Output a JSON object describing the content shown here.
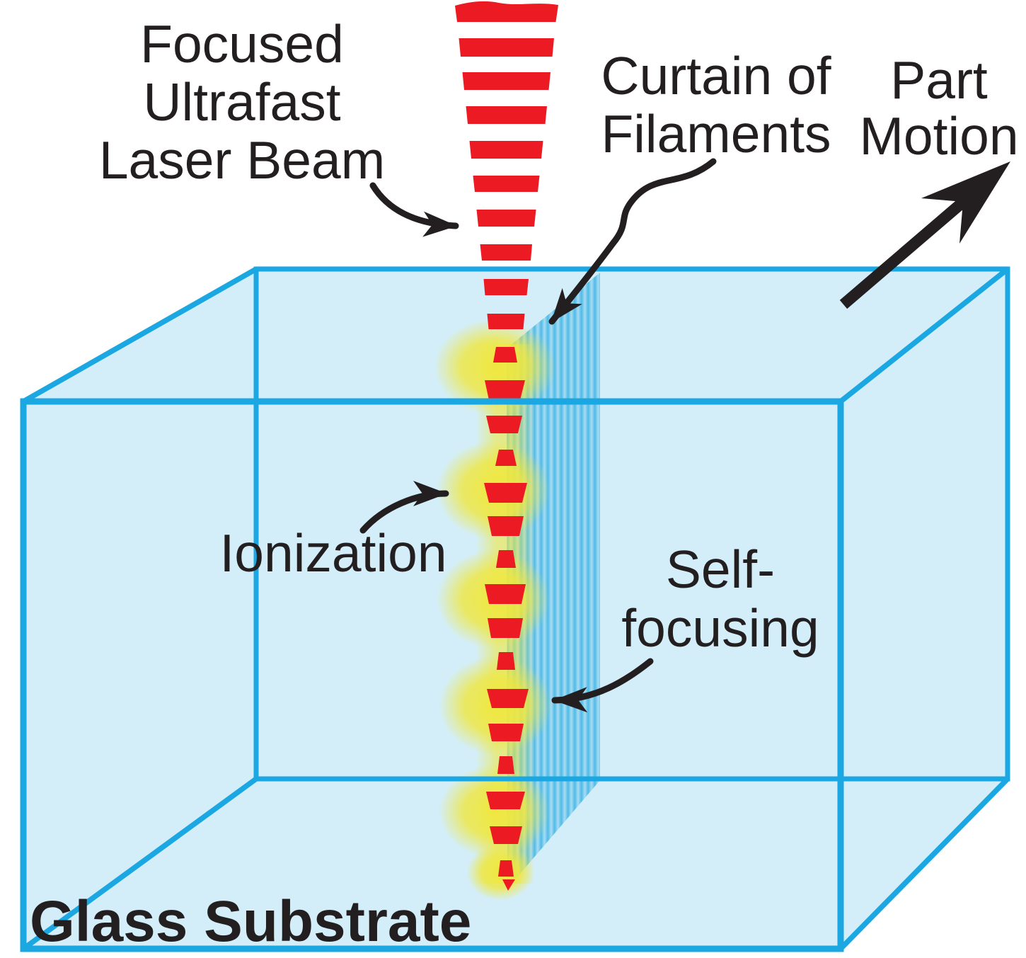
{
  "title": "Ultrafast laser filamentation cutting of glass diagram",
  "labels": {
    "laser": {
      "lines": [
        "Focused",
        "Ultrafast",
        "Laser Beam"
      ]
    },
    "curtain": {
      "lines": [
        "Curtain of",
        "Filaments"
      ]
    },
    "part_motion": {
      "lines": [
        "Part",
        "Motion"
      ]
    },
    "ionization": {
      "text": "Ionization"
    },
    "self_focusing": {
      "lines": [
        "Self-",
        "focusing"
      ]
    },
    "substrate": {
      "text": "Glass Substrate"
    }
  },
  "icons": {
    "laser_beam": "red-dashed-tapering-beam",
    "curtain_arrow": "curved-black-arrow",
    "laser_arrow": "curved-black-arrow",
    "ionization_arrow": "curved-black-arrow",
    "self_focusing_arrow": "curved-black-arrow",
    "part_motion_arrow": "thick-straight-barbed-arrow"
  },
  "colors": {
    "red": "#EC1B23",
    "edge_blue": "#1BA7E2",
    "box_fill": "#D3EEF9",
    "stripe_dark": "#4FBBE7",
    "stripe_light": "#A9DCF3",
    "glow_yellow": "#EFE73F",
    "ink": "#231F20"
  }
}
